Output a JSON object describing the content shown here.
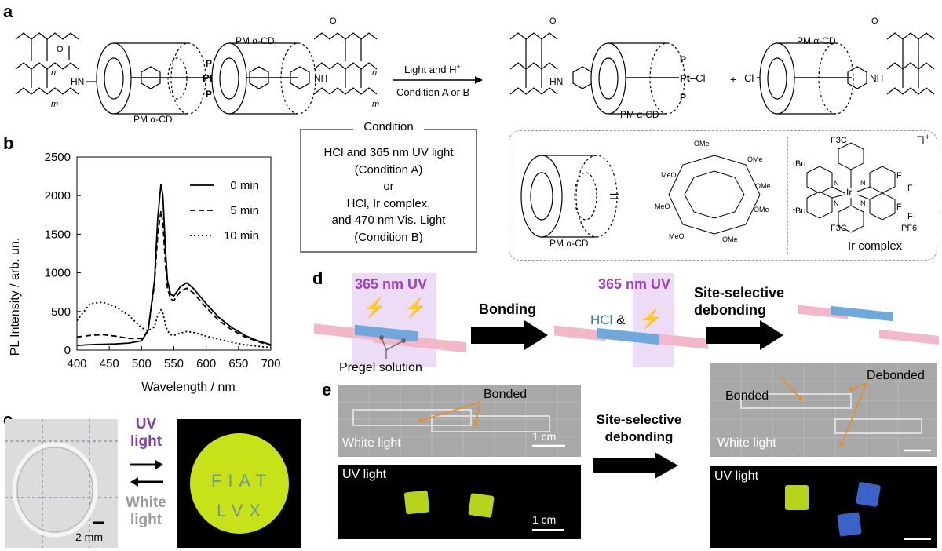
{
  "panel_labels": {
    "a": "a",
    "b": "b",
    "c": "c",
    "d": "d",
    "e": "e"
  },
  "panel_a": {
    "arrow_label_top": "Light and H",
    "arrow_label_top_sup": "+",
    "arrow_label_bottom": "Condition A or B",
    "cd_label": "PM α-CD",
    "pt": "Pt",
    "p": "P",
    "cl": "Cl",
    "plus": "+",
    "hn": "HN",
    "nh": "NH",
    "n": "n",
    "m": "m",
    "o": "O"
  },
  "condition_box": {
    "title": "Condition",
    "lines": [
      "HCl and 365 nm UV light",
      "(Condition A)",
      "or",
      "HCl, Ir complex,",
      "and 470 nm Vis. Light",
      "(Condition B)"
    ]
  },
  "legend_box": {
    "cd_label": "PM α-CD",
    "equals": "=",
    "ir_label": "Ir complex",
    "f3c": "F3C",
    "tbu": "tBu",
    "f": "F",
    "ir": "Ir",
    "n": "N",
    "pf6": "PF6",
    "charge": "+",
    "ome": "OMe",
    "meo": "MeO"
  },
  "chart_data": {
    "type": "line",
    "xlabel": "Wavelength / nm",
    "ylabel": "PL Intensity / arb. un.",
    "xlim": [
      400,
      700
    ],
    "ylim": [
      0,
      2500
    ],
    "xticks": [
      400,
      450,
      500,
      550,
      600,
      650,
      700
    ],
    "yticks": [
      0,
      500,
      1000,
      1500,
      2000,
      2500
    ],
    "legend_position": "top-right",
    "x": [
      400,
      420,
      440,
      460,
      480,
      500,
      510,
      520,
      525,
      530,
      533,
      537,
      540,
      545,
      550,
      560,
      570,
      580,
      600,
      620,
      640,
      660,
      680,
      700
    ],
    "series": [
      {
        "name": "0 min",
        "style": "solid",
        "values": [
          60,
          70,
          75,
          80,
          90,
          120,
          250,
          900,
          1700,
          2150,
          2000,
          1300,
          900,
          720,
          700,
          820,
          870,
          800,
          600,
          420,
          290,
          190,
          120,
          70
        ]
      },
      {
        "name": "5 min",
        "style": "dashed",
        "values": [
          170,
          190,
          200,
          180,
          150,
          150,
          250,
          850,
          1500,
          1800,
          1650,
          1100,
          800,
          660,
          640,
          760,
          800,
          740,
          550,
          380,
          260,
          170,
          110,
          60
        ]
      },
      {
        "name": "10 min",
        "style": "dotted",
        "values": [
          380,
          600,
          620,
          560,
          450,
          290,
          250,
          300,
          450,
          520,
          480,
          330,
          250,
          200,
          190,
          220,
          240,
          230,
          180,
          140,
          100,
          70,
          50,
          30
        ]
      }
    ]
  },
  "panel_c": {
    "scale": "2 mm",
    "uv": [
      "UV",
      "light"
    ],
    "white": [
      "White",
      "light"
    ],
    "letters": [
      "F",
      "I",
      "A",
      "T",
      "L",
      "V",
      "X"
    ]
  },
  "panel_d": {
    "uv_label_1": "365 nm UV",
    "uv_label_2": "365 nm UV",
    "bonding": "Bonding",
    "hcl": "HCl",
    "amp": "&",
    "site_selective": [
      "Site-selective",
      "debonding"
    ],
    "pregel": "Pregel solution"
  },
  "panel_e": {
    "bonded_1": "Bonded",
    "white_light_1": "White light",
    "scale_1": "1 cm",
    "uv_light_1": "UV light",
    "scale_2": "1 cm",
    "arrow_text": [
      "Site-selective",
      "debonding"
    ],
    "bonded_2": "Bonded",
    "debonded": "Debonded",
    "white_light_2": "White light",
    "uv_light_2": "UV light"
  },
  "colors": {
    "purple": "#9b3fc4",
    "pink": "#f2b7c8",
    "blue": "#6fa8dc",
    "glow_green": "#c8e21a",
    "glow_blue": "#3a63c8",
    "orange": "#f08a1c",
    "gray_text": "#9a9a9a"
  }
}
